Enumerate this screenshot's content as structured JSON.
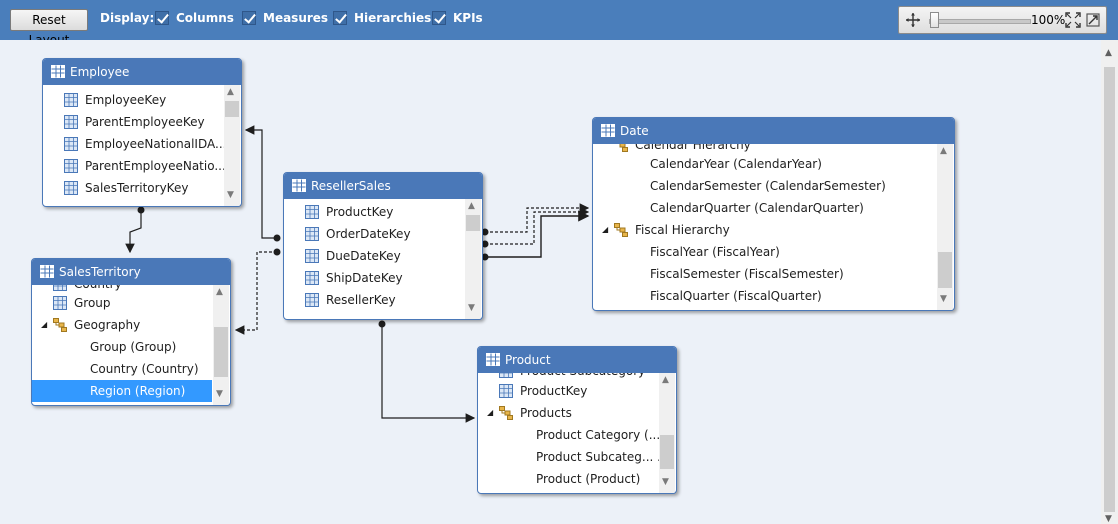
{
  "toolbar": {
    "reset_label": "Reset Layout",
    "display_label": "Display:",
    "options": [
      {
        "label": "Columns",
        "checked": true
      },
      {
        "label": "Measures",
        "checked": true
      },
      {
        "label": "Hierarchies",
        "checked": true
      },
      {
        "label": "KPIs",
        "checked": true
      }
    ],
    "zoom": "100%",
    "zoom_level": 0.03
  },
  "icons": {
    "pan": "move-icon",
    "fit": "fit-to-window-icon",
    "original": "original-size-icon"
  },
  "colors": {
    "toolbar": "#4a7ebb",
    "table_header": "#4a78b8",
    "canvas": "#ecf1f8",
    "selection": "#3399ff"
  },
  "tables": {
    "employee": {
      "name": "Employee",
      "rows": [
        "EmployeeKey",
        "ParentEmployeeKey",
        "EmployeeNationalIDA...",
        "ParentEmployeeNatio...",
        "SalesTerritoryKey"
      ]
    },
    "salesterritory": {
      "name": "SalesTerritory",
      "partial_top": "Country",
      "rows": [
        {
          "label": "Group",
          "kind": "column"
        },
        {
          "label": "Geography",
          "kind": "hierarchy"
        },
        {
          "label": "Group  (Group)",
          "kind": "level"
        },
        {
          "label": "Country  (Country)",
          "kind": "level"
        },
        {
          "label": "Region  (Region)",
          "kind": "level",
          "selected": true
        }
      ]
    },
    "resellersales": {
      "name": "ResellerSales",
      "rows": [
        "ProductKey",
        "OrderDateKey",
        "DueDateKey",
        "ShipDateKey",
        "ResellerKey"
      ]
    },
    "date": {
      "name": "Date",
      "partial_top": "Calendar Hierarchy",
      "rows": [
        {
          "label": "CalendarYear  (CalendarYear)",
          "kind": "level"
        },
        {
          "label": "CalendarSemester  (CalendarSemester)",
          "kind": "level"
        },
        {
          "label": "CalendarQuarter  (CalendarQuarter)",
          "kind": "level"
        },
        {
          "label": "Fiscal Hierarchy",
          "kind": "hierarchy"
        },
        {
          "label": "FiscalYear  (FiscalYear)",
          "kind": "level"
        },
        {
          "label": "FiscalSemester  (FiscalSemester)",
          "kind": "level"
        },
        {
          "label": "FiscalQuarter  (FiscalQuarter)",
          "kind": "level"
        }
      ]
    },
    "product": {
      "name": "Product",
      "partial_top": "Product Subcategory",
      "rows": [
        {
          "label": "ProductKey",
          "kind": "column"
        },
        {
          "label": "Products",
          "kind": "hierarchy"
        },
        {
          "label": "Product Category  (...",
          "kind": "level"
        },
        {
          "label": "Product Subcateg...  ..",
          "kind": "level"
        },
        {
          "label": "Product  (Product)",
          "kind": "level"
        }
      ]
    }
  }
}
